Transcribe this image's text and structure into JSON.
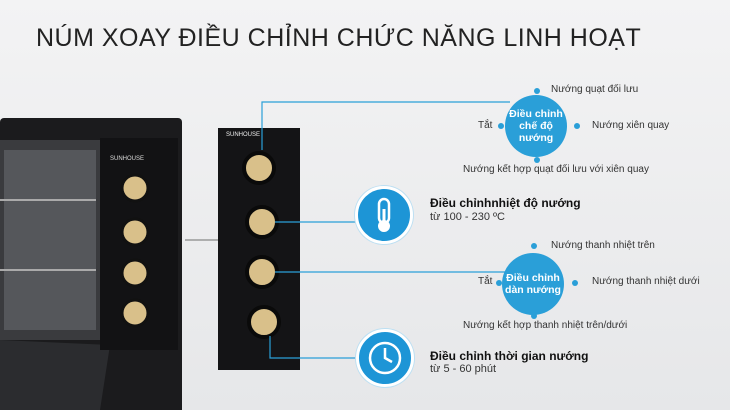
{
  "title": "NÚM XOAY ĐIỀU CHỈNH CHỨC NĂNG LINH HOẠT",
  "brand": "SUNHOUSE",
  "mode": {
    "center": "Điều chỉnh chế độ nướng",
    "top": "Nướng quạt đối lưu",
    "left": "Tắt",
    "right": "Nướng xiên quay",
    "bottom": "Nướng kết hợp quạt đối lưu với xiên quay"
  },
  "temp": {
    "heading": "Điều chỉnhnhiệt độ nướng",
    "sub": "từ 100 - 230 ºC",
    "icon": "thermometer-icon"
  },
  "element": {
    "center": "Điều chỉnh dàn nướng",
    "top": "Nướng thanh nhiệt trên",
    "left": "Tắt",
    "right": "Nướng thanh nhiệt dưới",
    "bottom": "Nướng kết hợp thanh nhiệt trên/dưới"
  },
  "timer": {
    "heading": "Điều chỉnh thời gian nướng",
    "sub": "từ 5 - 60 phút",
    "icon": "clock-icon"
  },
  "colors": {
    "accent": "#2a9fd8",
    "oven": "#1c1c1e",
    "knob": "#d9c08a"
  }
}
